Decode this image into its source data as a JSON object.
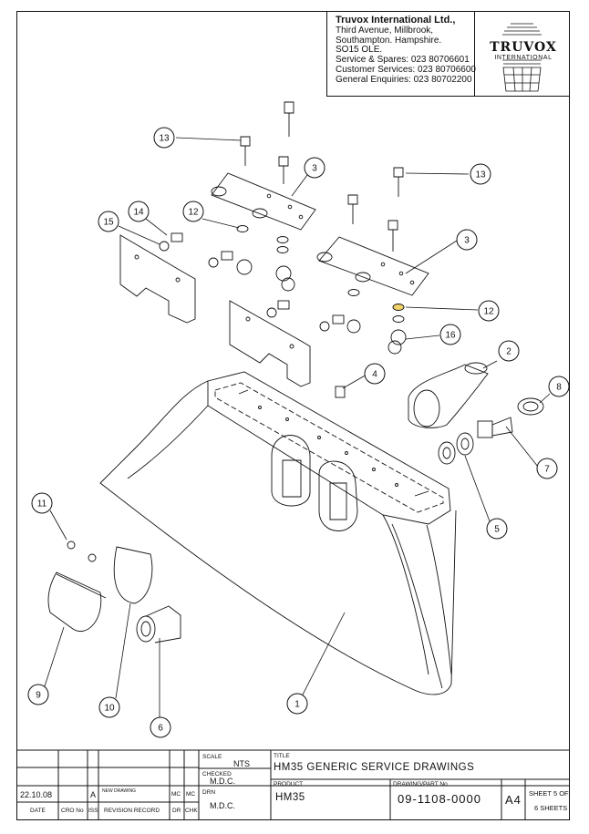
{
  "header": {
    "company": "Truvox International Ltd.,",
    "address_lines": [
      "Third Avenue, Millbrook,",
      "Southampton. Hampshire.",
      "SO15 OLE."
    ],
    "contacts": [
      "Service & Spares: 023 80706601",
      "Customer Services: 023 80706600",
      "General Enquiries: 023 80702200"
    ],
    "logo_text": "TRUVOX",
    "logo_sub": "INTERNATIONAL"
  },
  "callouts": [
    "13",
    "3",
    "13",
    "15",
    "14",
    "12",
    "3",
    "12",
    "16",
    "2",
    "8",
    "4",
    "7",
    "5",
    "11",
    "9",
    "10",
    "6",
    "1"
  ],
  "title_block": {
    "scale_label": "SCALE",
    "scale_value": "NTS",
    "title_label": "TITLE",
    "title_value": "HM35 GENERIC SERVICE DRAWINGS",
    "checked_label": "CHECKED",
    "checked_value": "M.D.C.",
    "product_label": "PRODUCT",
    "product_value": "HM35",
    "part_label": "DRAWING/PART No",
    "part_value": "09-1108-0000",
    "drn_label": "DRN",
    "drn_value": "M.D.C.",
    "size": "A4",
    "sheet_line1": "SHEET 5 OF",
    "sheet_line2": "6 SHEETS",
    "rev_date": "22.10.08",
    "rev_iss": "A",
    "rev_desc": "NEW DRAWING",
    "rev_dr": "MC",
    "rev_chk": "MC",
    "col_date": "DATE",
    "col_cro": "CRO No",
    "col_iss": "ISS",
    "col_record": "REVISION RECORD",
    "col_dr": "DR",
    "col_chk": "CHK"
  }
}
